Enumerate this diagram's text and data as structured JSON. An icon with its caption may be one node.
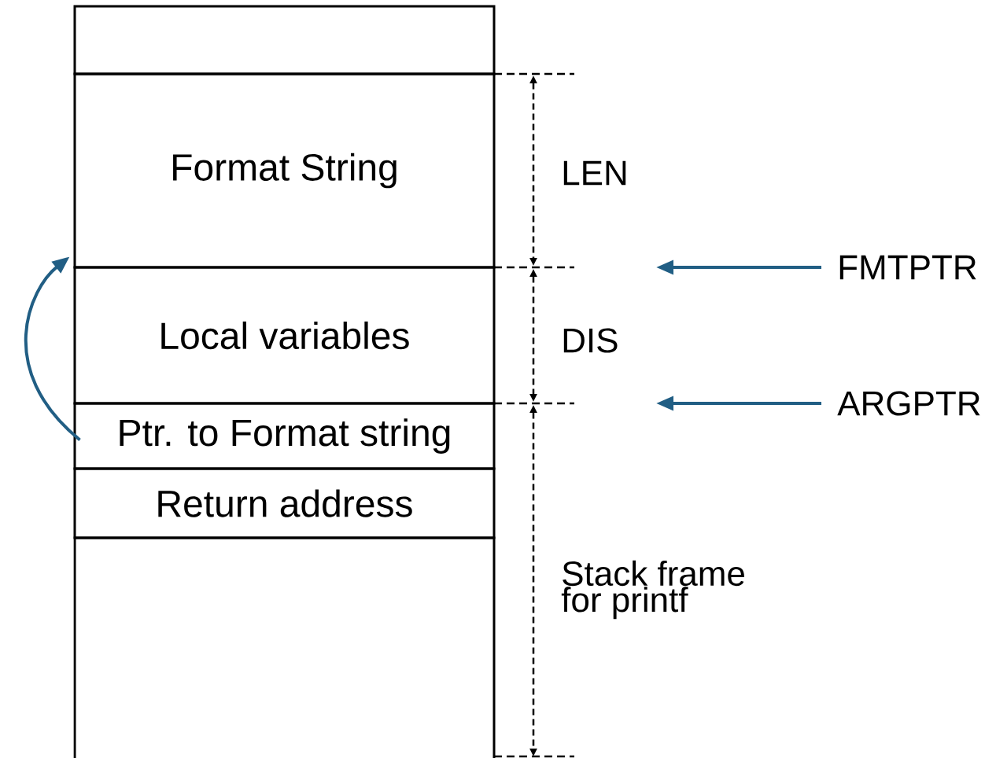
{
  "diagram": {
    "nodes": [
      {
        "text": [],
        "shape": "box"
      },
      {
        "text": [
          "Format String"
        ]
      },
      {
        "text": [
          "Local variables"
        ]
      },
      {
        "text": [
          "Ptr. to Format string"
        ]
      },
      {
        "text": [
          "Return address"
        ]
      },
      {
        "text": [],
        "shape": "box"
      },
      {
        "text": [
          "FMTPTR"
        ]
      },
      {
        "text": [
          "ARGPTR"
        ]
      }
    ],
    "edges": [
      {
        "from": 3,
        "to": 1,
        "arrow": "to",
        "color": "#215e84"
      },
      {
        "from": 6,
        "to": null,
        "arrow": "to",
        "color": "#215e84"
      },
      {
        "from": 7,
        "to": null,
        "arrow": "to",
        "color": "#215e84"
      }
    ],
    "labels": [
      "LEN",
      "DIS",
      "Stack frame for printf"
    ]
  }
}
